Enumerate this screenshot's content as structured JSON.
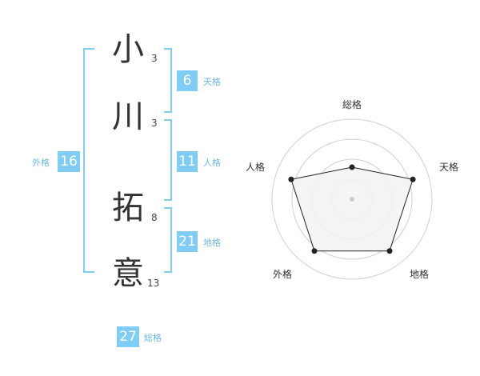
{
  "name": {
    "chars": [
      {
        "char": "小",
        "strokes": "3"
      },
      {
        "char": "川",
        "strokes": "3"
      },
      {
        "char": "拓",
        "strokes": "8"
      },
      {
        "char": "意",
        "strokes": "13"
      }
    ]
  },
  "fortunes": {
    "ten": {
      "value": "6",
      "label": "天格"
    },
    "jin": {
      "value": "11",
      "label": "人格"
    },
    "chi": {
      "value": "21",
      "label": "地格"
    },
    "gai": {
      "value": "16",
      "label": "外格"
    },
    "sou": {
      "value": "27",
      "label": "総格"
    }
  },
  "radar": {
    "labels": [
      "総格",
      "天格",
      "地格",
      "外格",
      "人格"
    ],
    "values": [
      0.4,
      0.8,
      0.8,
      0.8,
      0.8
    ],
    "rings": 4,
    "colors": {
      "ring": "#d0d0d0",
      "fill": "#f2f2f2",
      "stroke": "#222222",
      "point": "#222222",
      "center": "#cccccc"
    }
  },
  "colors": {
    "bracket": "#7fcdf4",
    "badge": "#7fcdf4"
  }
}
